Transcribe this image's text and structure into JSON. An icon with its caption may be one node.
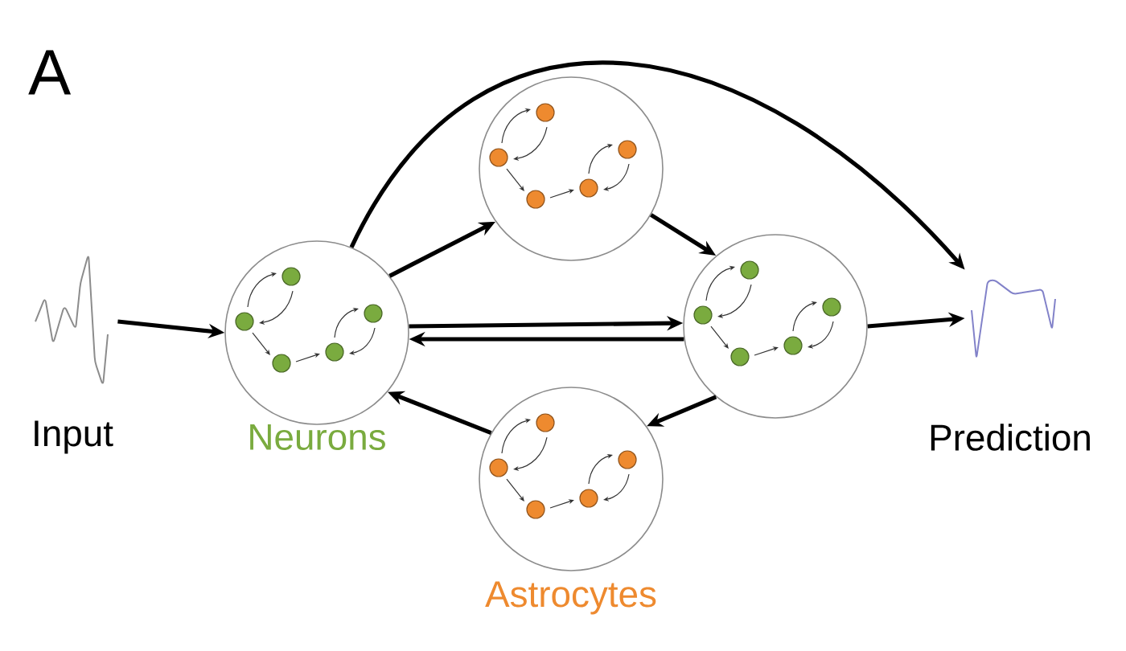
{
  "diagram": {
    "nodes": [
      {
        "text": [
          "Input"
        ]
      },
      {
        "text": [
          "Neurons"
        ]
      },
      {
        "text": [],
        "shape": "circle"
      },
      {
        "text": [],
        "shape": "circle"
      },
      {
        "text": [
          "Astrocytes"
        ]
      },
      {
        "text": [
          "Prediction"
        ]
      }
    ],
    "edges": [
      {
        "from": 0,
        "to": 1,
        "arrow": "to"
      },
      {
        "from": 1,
        "to": 5,
        "arrow": "to"
      },
      {
        "from": 1,
        "to": 2,
        "arrow": "to"
      },
      {
        "from": 2,
        "to": 3,
        "arrow": "to"
      },
      {
        "from": 1,
        "to": 3,
        "arrow": "to"
      },
      {
        "from": 3,
        "to": 1,
        "arrow": "to"
      },
      {
        "from": 3,
        "to": 5,
        "arrow": "to"
      },
      {
        "from": 3,
        "to": 4,
        "arrow": "to"
      },
      {
        "from": 4,
        "to": 1,
        "arrow": "to"
      }
    ],
    "labels": [
      "A"
    ]
  }
}
